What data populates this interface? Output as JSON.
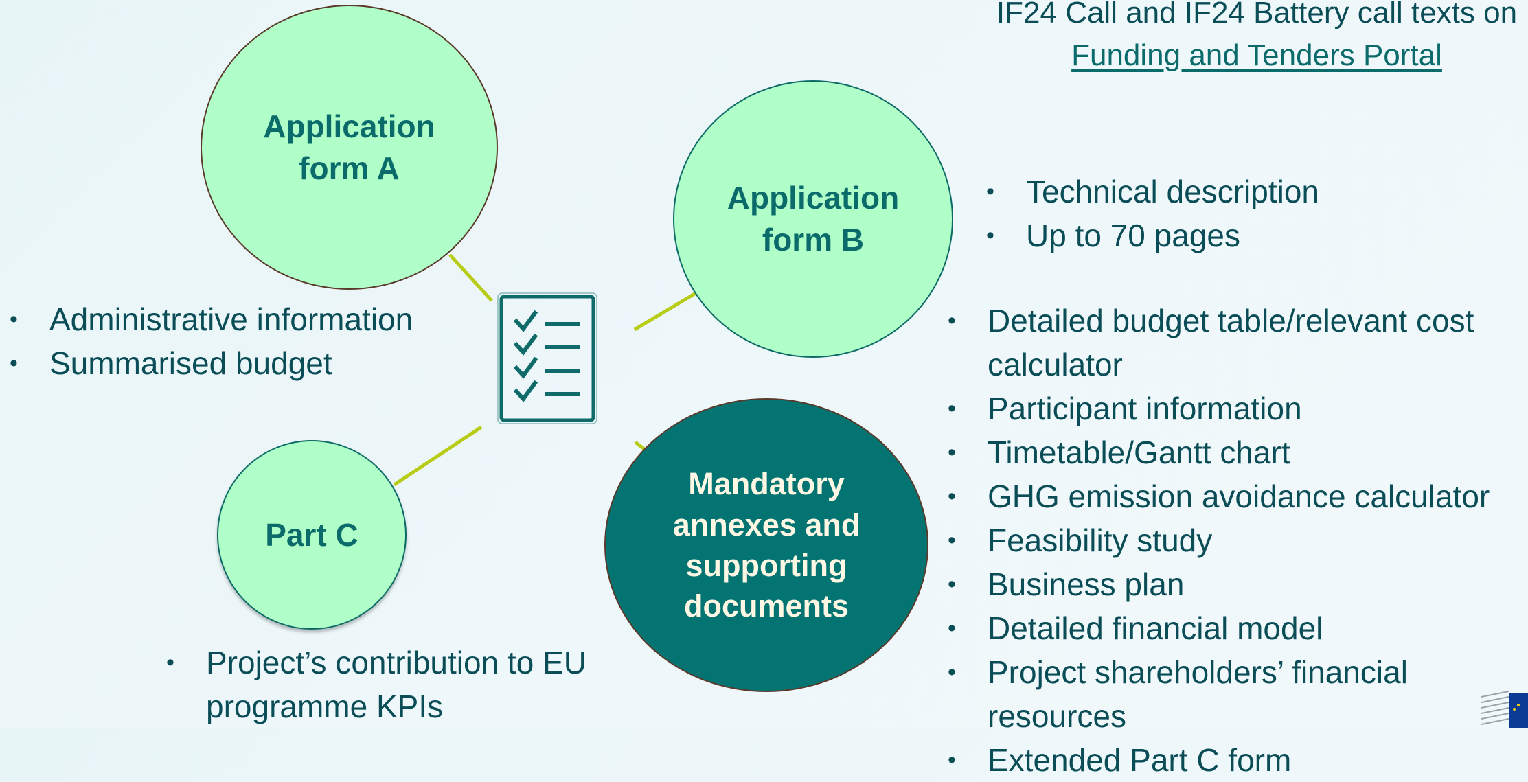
{
  "header": {
    "call_text": "IF24 Call and IF24 Battery call texts on",
    "portal_link": "Funding and Tenders Portal"
  },
  "nodes": {
    "form_a": "Application\nform A",
    "form_b": "Application\nform B",
    "part_c": "Part C",
    "annexes": "Mandatory\nannexes and\nsupporting\ndocuments"
  },
  "lists": {
    "form_a": [
      "Administrative information",
      "Summarised budget"
    ],
    "form_b": [
      "Technical description",
      "Up to 70 pages"
    ],
    "annexes": [
      "Detailed budget table/relevant cost calculator",
      "Participant information",
      "Timetable/Gantt chart",
      "GHG emission avoidance calculator",
      "Feasibility study",
      "Business plan",
      "Detailed financial model",
      "Project shareholders’ financial resources",
      "Extended Part C form"
    ],
    "part_c": [
      "Project’s contribution to EU programme KPIs"
    ]
  },
  "icons": {
    "center": "checklist-icon",
    "corner": "european-commission-logo"
  },
  "colors": {
    "light_circle": "#b0ffc8",
    "dark_circle": "#047473",
    "connector": "#b7cc16",
    "text": "#0a4d57"
  }
}
